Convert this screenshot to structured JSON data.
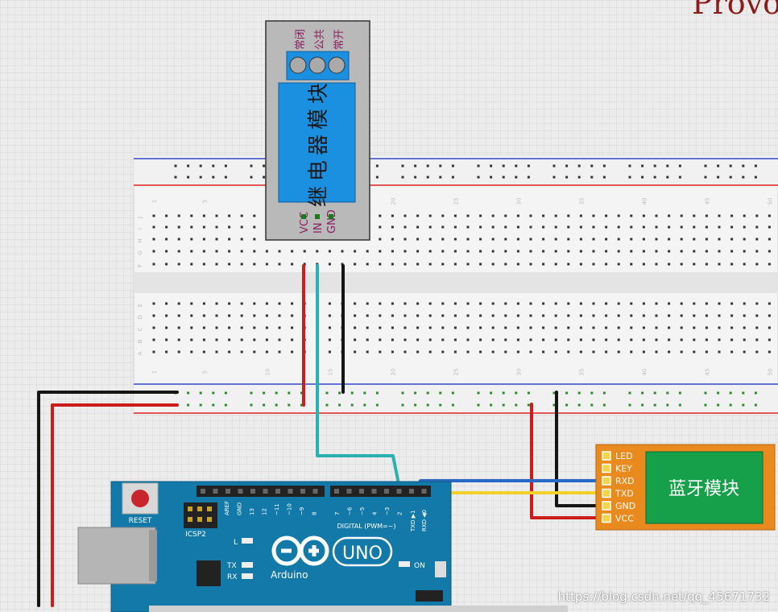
{
  "title_partial": "Provo",
  "relay": {
    "name": "继电器模块",
    "top_pins": [
      "常闭",
      "公共",
      "常开"
    ],
    "bottom_pins": [
      "VCC",
      "IN",
      "GND"
    ]
  },
  "breadboard": {
    "col_numbers": [
      "1",
      "5",
      "10",
      "15",
      "20",
      "25",
      "30",
      "35",
      "40",
      "45",
      "50"
    ],
    "row_letters_top": [
      "J",
      "I",
      "H",
      "G",
      "F"
    ],
    "row_letters_bottom": [
      "E",
      "D",
      "C",
      "B",
      "A"
    ]
  },
  "bluetooth": {
    "name": "蓝牙模块",
    "pins": [
      "LED",
      "KEY",
      "RXD",
      "TXD",
      "GND",
      "VCC"
    ]
  },
  "arduino": {
    "reset": "RESET",
    "icsp": "ICSP2",
    "digital": "DIGITAL (PWM=~)",
    "brand": "Arduino",
    "model": "UNO",
    "on": "ON",
    "tx": "TX",
    "rx": "RX",
    "l": "L",
    "txd1": "TXD ▶1",
    "rxd0": "RXD ◀0",
    "pins_left": [
      "AREF",
      "GND",
      "13",
      "12",
      "~11",
      "~10",
      "~9",
      "8"
    ],
    "pins_right": [
      "7",
      "~6",
      "~5",
      "4",
      "~3",
      "2"
    ]
  },
  "watermark": "https://blog.csdn.net/qq_45671732",
  "colors": {
    "relay_blue": "#1b8fe0",
    "bt_green": "#16a04a",
    "bt_orange": "#e88a1e",
    "arduino_teal": "#1279a8",
    "wire_red": "#cc1c1c",
    "wire_black": "#151515",
    "wire_teal": "#2bb0b0",
    "wire_blue": "#2a68c8",
    "wire_yellow": "#f2d22a"
  }
}
